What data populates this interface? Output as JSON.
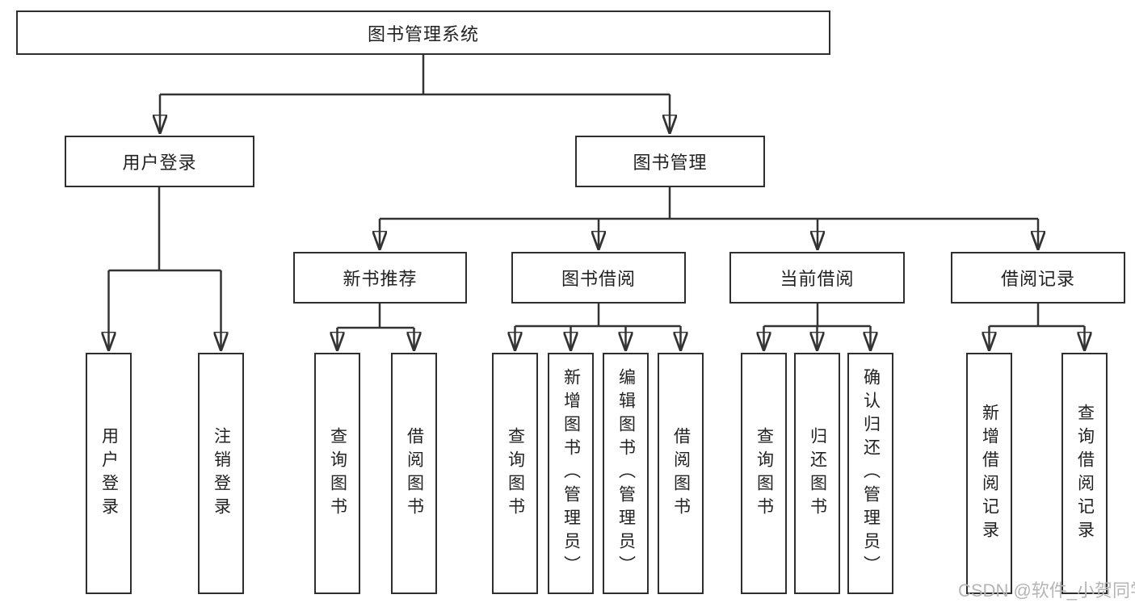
{
  "tree": {
    "label": "图书管理系统",
    "children": [
      {
        "label": "用户登录",
        "children": [
          {
            "label": "用户登录"
          },
          {
            "label": "注销登录"
          }
        ]
      },
      {
        "label": "图书管理",
        "children": [
          {
            "label": "新书推荐",
            "children": [
              {
                "label": "查询图书"
              },
              {
                "label": "借阅图书"
              }
            ]
          },
          {
            "label": "图书借阅",
            "children": [
              {
                "label": "查询图书"
              },
              {
                "label": "新增图书（管理员）"
              },
              {
                "label": "编辑图书（管理员）"
              },
              {
                "label": "借阅图书"
              }
            ]
          },
          {
            "label": "当前借阅",
            "children": [
              {
                "label": "查询图书"
              },
              {
                "label": "归还图书"
              },
              {
                "label": "确认归还（管理员）"
              }
            ]
          },
          {
            "label": "借阅记录",
            "children": [
              {
                "label": "新增借阅记录"
              },
              {
                "label": "查询借阅记录"
              }
            ]
          }
        ]
      }
    ]
  },
  "watermark": {
    "text": "CSDN @软件_小贺同学"
  },
  "colors": {
    "line": "#333333",
    "box_border": "#2f2f2f",
    "text": "#222222",
    "background": "#ffffff",
    "watermark": "#b5b5b5"
  }
}
